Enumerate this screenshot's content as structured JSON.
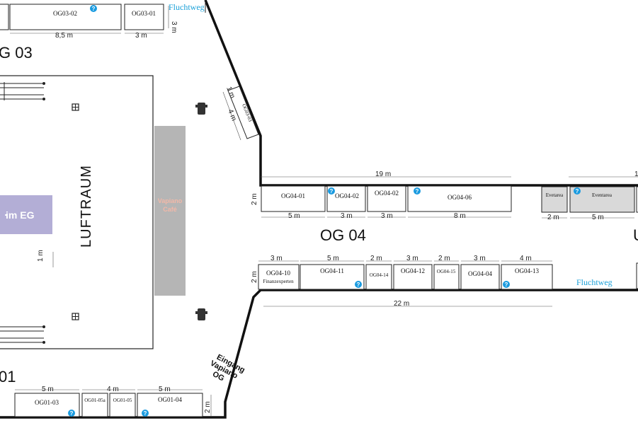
{
  "zones": {
    "og03": "G 03",
    "og04": "OG 04",
    "og01": "01",
    "luftraum": "LUFTRAUM",
    "eg_banner": "im EG",
    "vapiano_cafe": "Vapiano\nCafé",
    "eingang": "Eingang\nVapiano\nOG"
  },
  "fluchtweg": [
    "Fluchtweg",
    "Fluchtweg"
  ],
  "og03_booths": [
    {
      "id": "OG03-02",
      "dim": "8,5 m"
    },
    {
      "id": "OG03-01",
      "dim": "3 m"
    }
  ],
  "og04_top_booths": [
    {
      "id": "OG04-01",
      "dim": "5 m"
    },
    {
      "id": "OG04-02",
      "dim": "3 m"
    },
    {
      "id": "OG04-02",
      "dim": "3 m"
    },
    {
      "id": "OG04-06",
      "dim": "8 m"
    }
  ],
  "og04_top_total": "19 m",
  "og04_bottom_booths": [
    {
      "id": "OG04-10",
      "sub": "Finanzexperten",
      "dim": "3 m"
    },
    {
      "id": "OG04-11",
      "dim": "5 m"
    },
    {
      "id": "OG04-14",
      "dim": "2 m"
    },
    {
      "id": "OG04-12",
      "dim": "3 m"
    },
    {
      "id": "OG04-15",
      "dim": "2 m"
    },
    {
      "id": "OG04-04",
      "dim": "3 m"
    },
    {
      "id": "OG04-13",
      "dim": "4 m"
    }
  ],
  "og04_bottom_total": "22 m",
  "event_booths": [
    {
      "id": "Evetarea",
      "dim": "2 m"
    },
    {
      "id": "Eventarea",
      "dim": "5 m"
    }
  ],
  "og01_booths": [
    {
      "id": "OG01-03",
      "dim": "5 m"
    },
    {
      "id": "OG01-05a"
    },
    {
      "id": "OG01-05"
    },
    {
      "id": "OG01-04",
      "dim": "5 m"
    }
  ],
  "og01_mid_dim": "4 m",
  "misc_dims": {
    "depth_2m": "2 m",
    "side_1m": "1 m",
    "side_4m": "4 m",
    "luftraum_1m": "1 m",
    "og03_side_3m": "3 m",
    "og01_side_2m": "2 m",
    "edge_1": "1"
  },
  "diag_booth_label": "OG03-03",
  "colors": {
    "eg_banner": "#b3aed6",
    "vapiano": "#b5b5b5",
    "vapiano_text": "#f2b8a8",
    "info": "#1a9be0",
    "flucht": "#1aa0d8"
  }
}
